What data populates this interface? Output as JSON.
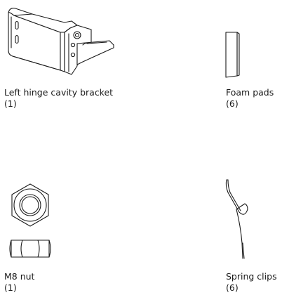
{
  "parts": [
    {
      "name": "Left hinge cavity bracket",
      "qty": "(1)",
      "icon": "hinge-bracket-icon"
    },
    {
      "name": "Foam pads",
      "qty": "(6)",
      "icon": "foam-pad-icon"
    },
    {
      "name": "M8 nut",
      "qty": "(1)",
      "icon": "hex-nut-icon"
    },
    {
      "name": "Spring clips",
      "qty": "(6)",
      "icon": "spring-clip-icon"
    }
  ]
}
